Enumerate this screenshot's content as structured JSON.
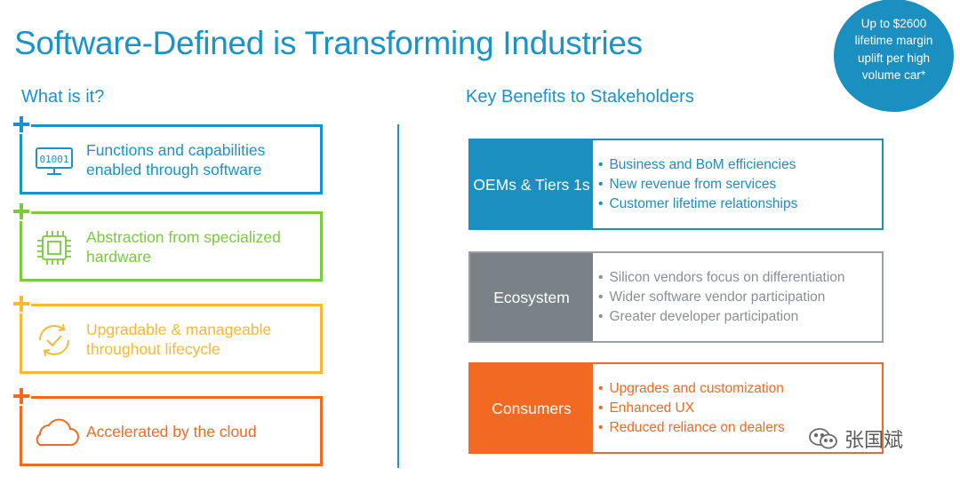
{
  "title": "Software-Defined is Transforming Industries",
  "badge_text": "Up to $2600 lifetime margin uplift per high volume car*",
  "left_heading": "What is it?",
  "right_heading": "Key Benefits to Stakeholders",
  "what_items": [
    {
      "text": "Functions and capabilities enabled through software",
      "color": "#1a93c9",
      "icon": "binary-monitor-icon",
      "icon_text": "01001"
    },
    {
      "text": "Abstraction from specialized hardware",
      "color": "#7ac943",
      "icon": "chip-icon"
    },
    {
      "text": "Upgradable & manageable throughout lifecycle",
      "color": "#f7b833",
      "icon": "cycle-check-icon"
    },
    {
      "text": "Accelerated by  the cloud",
      "color": "#f26a21",
      "icon": "cloud-icon"
    }
  ],
  "benefits": [
    {
      "label": "OEMs & Tiers 1s",
      "color": "#1a8fc0",
      "border": "#1a8fc0",
      "text_color": "#1a8fc0",
      "points": [
        "Business and BoM efficiencies",
        "New revenue from services",
        "Customer lifetime relationships"
      ]
    },
    {
      "label": "Ecosystem",
      "color": "#7b8287",
      "border": "#9aa0a4",
      "text_color": "#8a8f93",
      "points": [
        "Silicon vendors focus on differentiation",
        "Wider software vendor participation",
        "Greater developer participation"
      ]
    },
    {
      "label": "Consumers",
      "color": "#f26a21",
      "border": "#f26a21",
      "text_color": "#f26a21",
      "points": [
        "Upgrades and customization",
        "Enhanced UX",
        "Reduced reliance on dealers"
      ]
    }
  ],
  "watermark": "张国斌"
}
